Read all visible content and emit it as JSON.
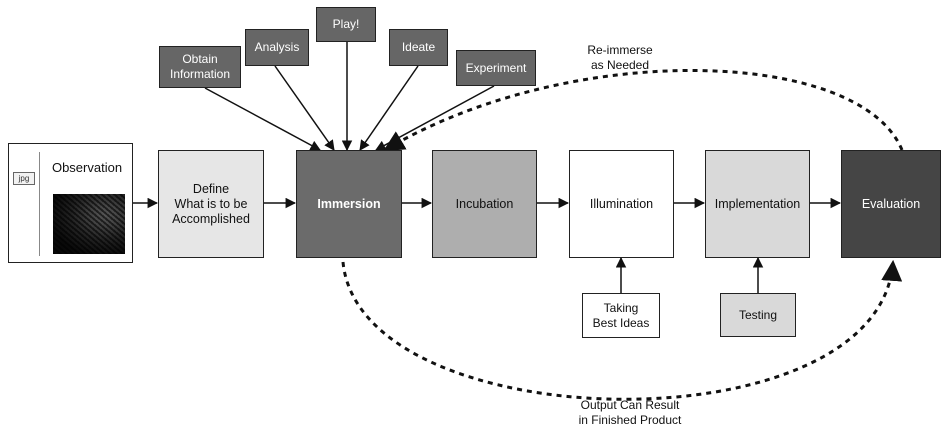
{
  "observation": {
    "label": "Observation",
    "file_chip": "jpg"
  },
  "stages": [
    {
      "id": "define",
      "label": "Define\nWhat is to be\nAccomplished",
      "fill": "#e6e6e6",
      "text": "#111111"
    },
    {
      "id": "immersion",
      "label": "Immersion",
      "fill": "#6b6b6b",
      "text": "#ffffff"
    },
    {
      "id": "incubation",
      "label": "Incubation",
      "fill": "#aeaeae",
      "text": "#111111"
    },
    {
      "id": "illumination",
      "label": "Illumination",
      "fill": "#ffffff",
      "text": "#111111"
    },
    {
      "id": "implementation",
      "label": "Implementation",
      "fill": "#d9d9d9",
      "text": "#111111"
    },
    {
      "id": "evaluation",
      "label": "Evaluation",
      "fill": "#454545",
      "text": "#ffffff"
    }
  ],
  "inputs": [
    {
      "id": "obtain",
      "label": "Obtain\nInformation",
      "fill": "#666666",
      "text": "#ffffff"
    },
    {
      "id": "analysis",
      "label": "Analysis",
      "fill": "#666666",
      "text": "#ffffff"
    },
    {
      "id": "play",
      "label": "Play!",
      "fill": "#666666",
      "text": "#ffffff"
    },
    {
      "id": "ideate",
      "label": "Ideate",
      "fill": "#666666",
      "text": "#ffffff"
    },
    {
      "id": "experiment",
      "label": "Experiment",
      "fill": "#666666",
      "text": "#ffffff"
    },
    {
      "id": "taking",
      "label": "Taking\nBest Ideas",
      "fill": "#ffffff",
      "text": "#111111"
    },
    {
      "id": "testing",
      "label": "Testing",
      "fill": "#d9d9d9",
      "text": "#111111"
    }
  ],
  "notes": {
    "reimmerse": "Re-immerse\nas Needed",
    "output": "Output Can Result\nin Finished Product"
  }
}
